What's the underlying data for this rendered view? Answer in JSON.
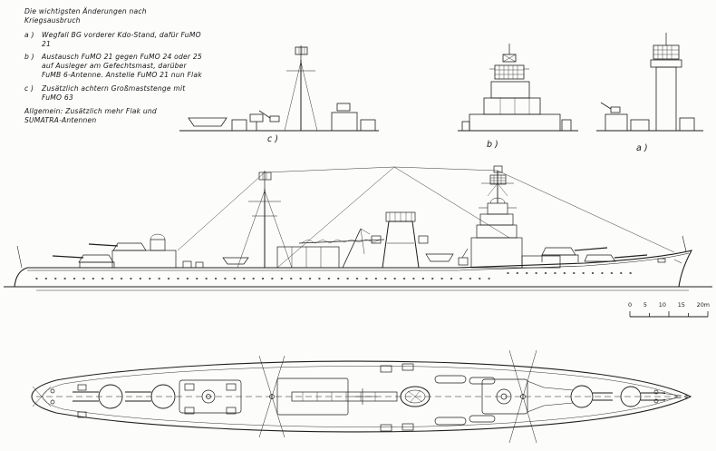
{
  "annotations": {
    "title": "Die wichtigsten Änderungen nach Kriegsausbruch",
    "items": [
      {
        "key": "a )",
        "text": "Wegfall BG vorderer Kdo-Stand, dafür FuMO 21"
      },
      {
        "key": "b )",
        "text": "Austausch FuMO 21 gegen FuMO 24 oder 25 auf Ausleger am Gefechtsmast, darüber FuMB 6-Antenne. Anstelle FuMO 21 nun Flak"
      },
      {
        "key": "c )",
        "text": "Zusätzlich achtern Großmaststenge mit FuMO 63"
      }
    ],
    "general": "Allgemein: Zusätzlich mehr Flak und SUMATRA-Antennen"
  },
  "detail_labels": {
    "c": "c )",
    "b": "b )",
    "a": "a )"
  },
  "scale_bar": {
    "ticks": [
      "0",
      "5",
      "10",
      "15",
      "20m"
    ]
  },
  "ink_color": "#1e1e1e"
}
